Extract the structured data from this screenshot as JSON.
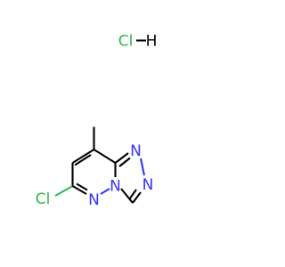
{
  "molecule": {
    "atoms": {
      "salt_cl": "Cl",
      "salt_h": "H",
      "ring_cl": "Cl",
      "n1": "N",
      "n2": "N",
      "n3": "N",
      "n4": "N"
    },
    "colors": {
      "carbon_bond": "#000000",
      "nitrogen": "#3333ff",
      "chlorine": "#2db84b"
    }
  }
}
